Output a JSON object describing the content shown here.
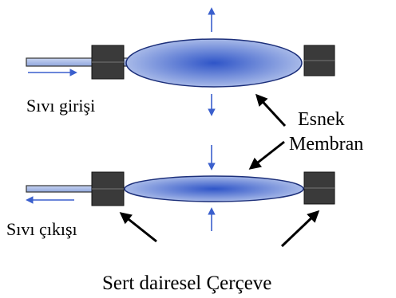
{
  "labels": {
    "inlet": "Sıvı girişi",
    "outlet": "Sıvı çıkışı",
    "membrane_line1": "Esnek",
    "membrane_line2": "Membran",
    "frame": "Sert dairesel Çerçeve"
  },
  "colors": {
    "membrane_center": "#2f55c8",
    "membrane_edge": "#9fb3e6",
    "membrane_stroke": "#1c2f7a",
    "frame_fill": "#3a3a3a",
    "tube_fill": "#8fa6dc",
    "flow_arrow": "#3a5fcd",
    "pointer_arrow": "#000000"
  },
  "states": [
    {
      "name": "inflated",
      "flow_direction": "in",
      "membrane_motion": "outward"
    },
    {
      "name": "deflated",
      "flow_direction": "out",
      "membrane_motion": "inward"
    }
  ]
}
